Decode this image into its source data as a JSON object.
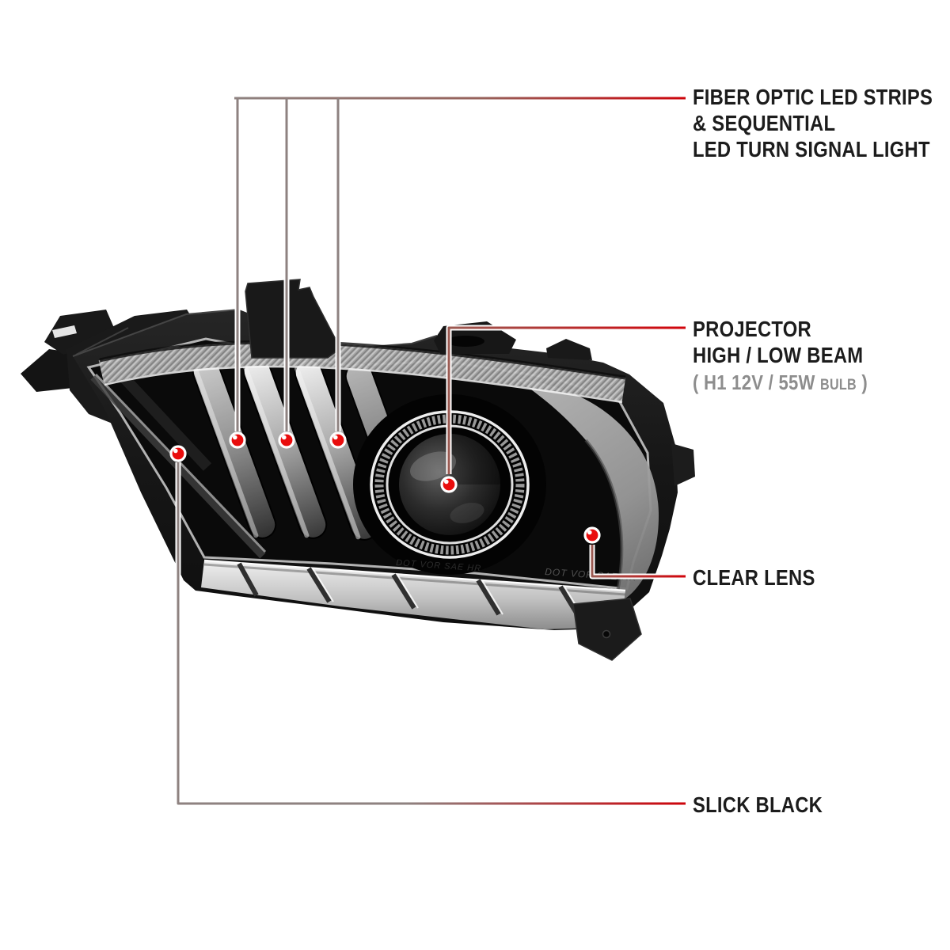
{
  "colors": {
    "background": "#ffffff",
    "accent_red": "#cd030a",
    "leader_gray": "#8e8280",
    "marker_red": "#e90d0d",
    "heading_text": "#1c1c1c",
    "subtext_gray": "#8d8d8d"
  },
  "callouts": [
    {
      "id": "fiber-optic",
      "lines": [
        "FIBER OPTIC LED STRIPS",
        "& SEQUENTIAL",
        "LED TURN SIGNAL LIGHT"
      ]
    },
    {
      "id": "projector",
      "lines": [
        "PROJECTOR",
        "HIGH / LOW BEAM"
      ],
      "sub": {
        "main": "( H1 12V / 55W",
        "small": "BULB",
        "close": ")"
      }
    },
    {
      "id": "clear-lens",
      "lines": [
        "CLEAR LENS"
      ]
    },
    {
      "id": "slick-black",
      "lines": [
        "SLICK BLACK"
      ]
    }
  ],
  "product": {
    "etched_text": "DOT VOR SAE HR"
  }
}
